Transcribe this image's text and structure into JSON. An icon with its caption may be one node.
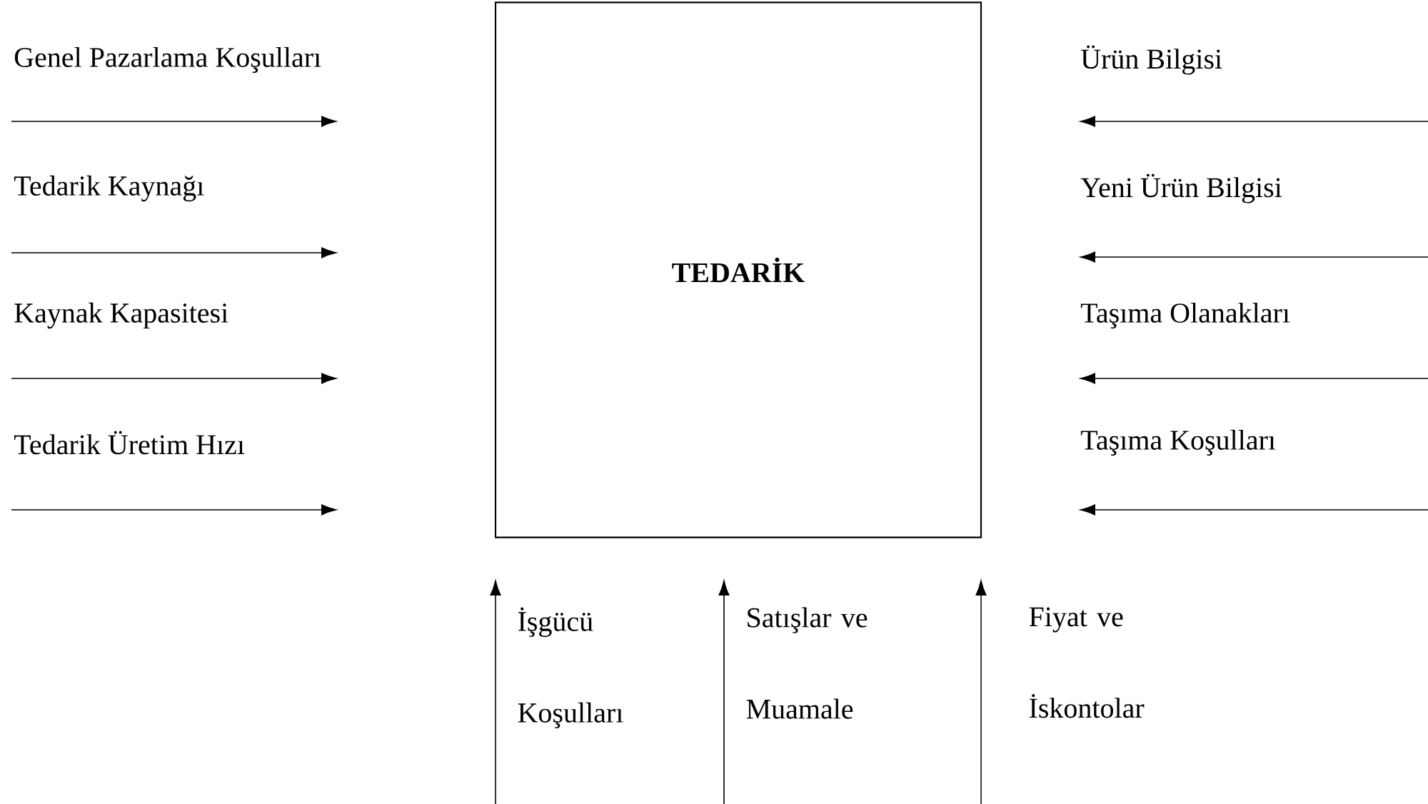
{
  "diagram": {
    "nodes": [
      {
        "text": [
          "TEDARİK"
        ]
      }
    ],
    "labels": [
      "Genel Pazarlama Koşulları",
      "Tedarik Kaynağı",
      "Kaynak Kapasitesi",
      "Tedarik Üretim Hızı",
      "Ürün Bilgisi",
      "Yeni Ürün Bilgisi",
      "Taşıma Olanakları",
      "Taşıma Koşulları",
      "İşgücü Koşulları",
      "Satışlar ve Muamale",
      "Fiyat ve İskontolar"
    ]
  }
}
